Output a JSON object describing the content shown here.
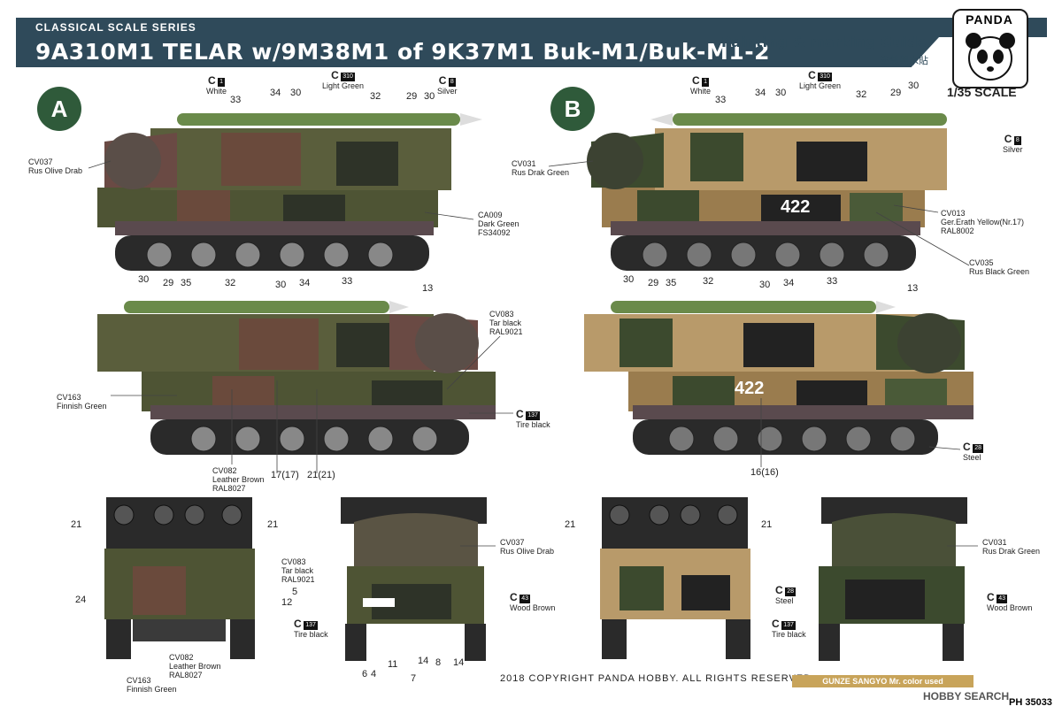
{
  "header": {
    "series": "CLASSICAL SCALE SERIES",
    "title": "9A310M1 TELAR w/9M38M1 of 9K37M1 Buk-M1/Buk-M1-2",
    "guide": "Painting & marking Guide",
    "guide_cn": "塗装與水貼",
    "brand": "PANDA",
    "scale": "1/35 SCALE"
  },
  "badges": {
    "a": "A",
    "b": "B"
  },
  "hull_number": "422",
  "labels_a_top": {
    "white": "White",
    "white_code": "1",
    "lightgreen": "Light Green",
    "lightgreen_code": "310",
    "silver": "Silver",
    "silver_code": "8",
    "n34": "34",
    "n30a": "30",
    "n33": "33",
    "n32": "32",
    "n29": "29",
    "n30b": "30",
    "cv037": "CV037",
    "cv037_name": "Rus Olive Drab",
    "ca009": "CA009",
    "ca009_name": "Dark  Green",
    "ca009_fs": "FS34092"
  },
  "labels_b_top": {
    "white": "White",
    "white_code": "1",
    "lightgreen": "Light Green",
    "lightgreen_code": "310",
    "silver": "Silver",
    "silver_code": "8",
    "n34": "34",
    "n30a": "30",
    "n33": "33",
    "n32": "32",
    "n29": "29",
    "n30b": "30",
    "cv031": "CV031",
    "cv031_name": "Rus Drak Green",
    "cv013": "CV013",
    "cv013_name": "Ger.Erath Yellow(Nr.17)",
    "cv013_ral": "RAL8002",
    "cv035": "CV035",
    "cv035_name": "Rus Black Green"
  },
  "labels_a_mid": {
    "n30": "30",
    "n29": "29",
    "n35": "35",
    "n32": "32",
    "n30b": "30",
    "n34": "34",
    "n33": "33",
    "n13": "13",
    "cv083": "CV083",
    "cv083_name": "Tar black",
    "cv083_ral": "RAL9021",
    "cv163": "CV163",
    "cv163_name": "Finnish Green",
    "tire": "Tire black",
    "tire_code": "137",
    "cv082": "CV082",
    "cv082_name": "Leather Brown",
    "cv082_ral": "RAL8027",
    "n17": "17(17)",
    "n21": "21(21)"
  },
  "labels_b_mid": {
    "n30": "30",
    "n29": "29",
    "n35": "35",
    "n32": "32",
    "n30b": "30",
    "n34": "34",
    "n33": "33",
    "n13": "13",
    "steel": "Steel",
    "steel_code": "28",
    "n16": "16(16)"
  },
  "labels_bottom": {
    "n21a": "21",
    "n21b": "21",
    "n24": "24",
    "n5": "5",
    "n12": "12",
    "cv083": "CV083",
    "cv083_name": "Tar black",
    "cv083_ral": "RAL9021",
    "tire": "Tire black",
    "tire_code": "137",
    "cv082": "CV082",
    "cv082_name": "Leather Brown",
    "cv082_ral": "RAL8027",
    "cv163": "CV163",
    "cv163_name": "Finnish Green",
    "cv037": "CV037",
    "cv037_name": "Rus Olive Drab",
    "wood": "Wood Brown",
    "wood_code": "43",
    "n11": "11",
    "n14a": "14",
    "n8": "8",
    "n14b": "14",
    "n6": "6",
    "n4": "4",
    "n7": "7",
    "n21c": "21",
    "n21d": "21",
    "steel": "Steel",
    "steel_code": "28",
    "tire2": "Tire black",
    "tire2_code": "137",
    "cv031": "CV031",
    "cv031_name": "Rus Drak Green",
    "wood2": "Wood Brown",
    "wood2_code": "43"
  },
  "footer": {
    "copyright": "2018 COPYRIGHT  PANDA HOBBY. ALL RIGHTS RESERVED.",
    "gunze": "GUNZE SANGYO Mr. color used",
    "code": "PH 35033",
    "watermark": "HOBBY SEARCH"
  },
  "colors": {
    "banner": "#2f4a5a",
    "badge": "#2f5a3a",
    "olive": "#5a5e3c",
    "dark_green": "#3c4a2e",
    "brown": "#6a4a3c",
    "tan": "#b89a6a",
    "black": "#222222",
    "missile": "#6a8a4a"
  }
}
